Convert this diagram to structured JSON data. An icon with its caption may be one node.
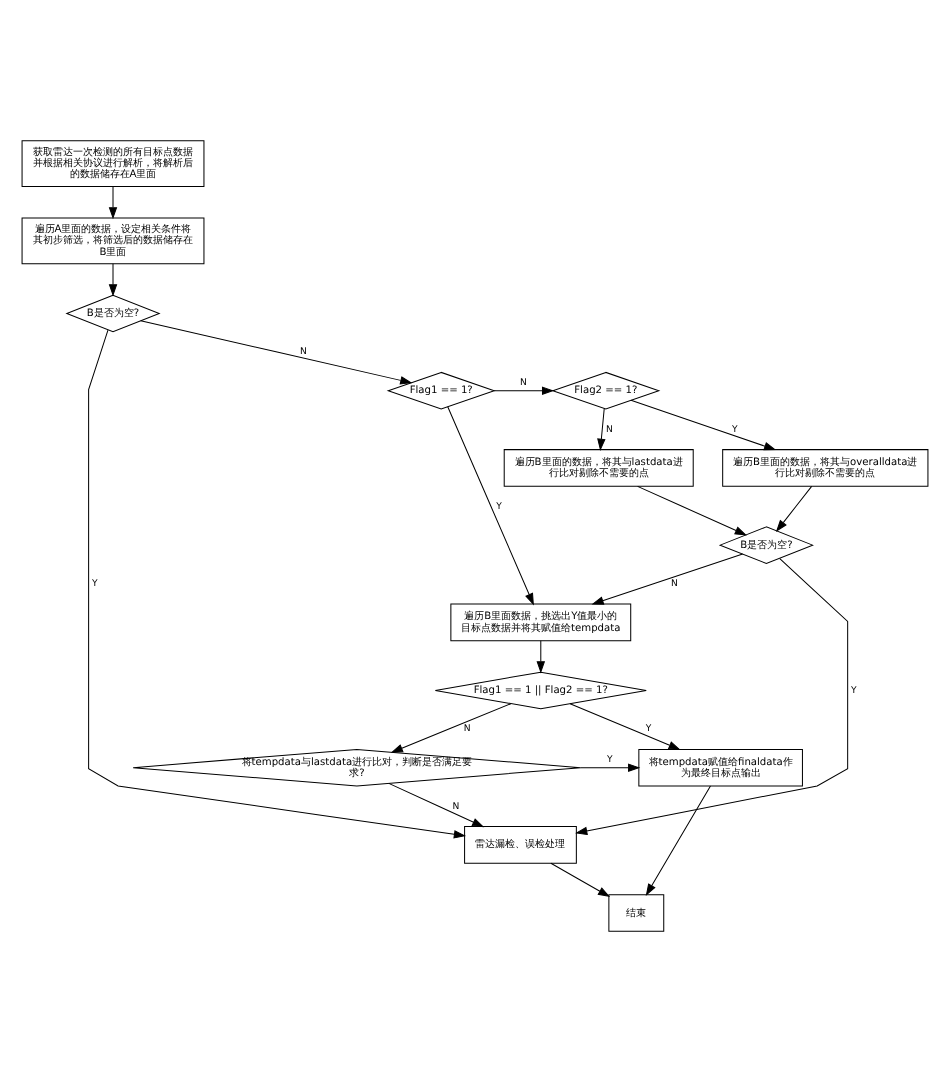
{
  "diagram": {
    "nodes": [
      {
        "text": [
          "获取雷达一次检测的所有目标点数据并根据相关协议进行解析，将解析后的数据储存在A里面"
        ]
      },
      {
        "text": [
          "遍历A里面的数据，设定相关条件将其初步筛选，将筛选后的数据储存在B里面"
        ]
      },
      {
        "text": [
          "B是否为空?"
        ]
      },
      {
        "text": [
          "Flag1 == 1?"
        ]
      },
      {
        "text": [
          "Flag2 == 1?"
        ]
      },
      {
        "text": [
          "遍历B里面的数据，将其与lastdata进行比对剔除不需要的点"
        ]
      },
      {
        "text": [
          "遍历B里面的数据，将其与overalldata进行比对剔除不需要的点"
        ]
      },
      {
        "text": [
          "B是否为空?"
        ]
      },
      {
        "text": [
          "遍历B里面数据，挑选出Y值最小的目标点数据并将其赋值给tempdata"
        ]
      },
      {
        "text": [
          "Flag1 == 1 || Flag2 == 1?"
        ]
      },
      {
        "text": [
          "将tempdata与lastdata进行比对，判断是否满足要求?"
        ]
      },
      {
        "text": [
          "雷达漏检、误检处理"
        ]
      },
      {
        "text": [
          "将tempdata赋值给finaldata作为最终目标点输出"
        ]
      },
      {
        "text": [
          "结束"
        ]
      }
    ],
    "edges": [
      {
        "from": 0,
        "to": 1,
        "arrow": "to"
      },
      {
        "from": 1,
        "to": 2,
        "arrow": "to"
      },
      {
        "from": 2,
        "to": 11,
        "arrow": "to",
        "label": "Y"
      },
      {
        "from": 2,
        "to": 3,
        "arrow": "to",
        "label": "N"
      },
      {
        "from": 3,
        "to": 4,
        "arrow": "to",
        "label": "N"
      },
      {
        "from": 3,
        "to": 8,
        "arrow": "to",
        "label": "Y"
      },
      {
        "from": 4,
        "to": 5,
        "arrow": "to",
        "label": "N"
      },
      {
        "from": 4,
        "to": 6,
        "arrow": "to",
        "label": "Y"
      },
      {
        "from": 5,
        "to": 7,
        "arrow": "to"
      },
      {
        "from": 6,
        "to": 7,
        "arrow": "to"
      },
      {
        "from": 7,
        "to": 8,
        "arrow": "to",
        "label": "N"
      },
      {
        "from": 7,
        "to": 11,
        "arrow": "to",
        "label": "Y"
      },
      {
        "from": 8,
        "to": 9,
        "arrow": "to"
      },
      {
        "from": 9,
        "to": 12,
        "arrow": "to",
        "label": "Y"
      },
      {
        "from": 9,
        "to": 10,
        "arrow": "to",
        "label": "N"
      },
      {
        "from": 10,
        "to": 11,
        "arrow": "to",
        "label": "N"
      },
      {
        "from": 10,
        "to": 12,
        "arrow": "to",
        "label": "Y"
      },
      {
        "from": 12,
        "to": 13,
        "arrow": "to"
      },
      {
        "from": 11,
        "to": 13,
        "arrow": "to"
      }
    ]
  }
}
